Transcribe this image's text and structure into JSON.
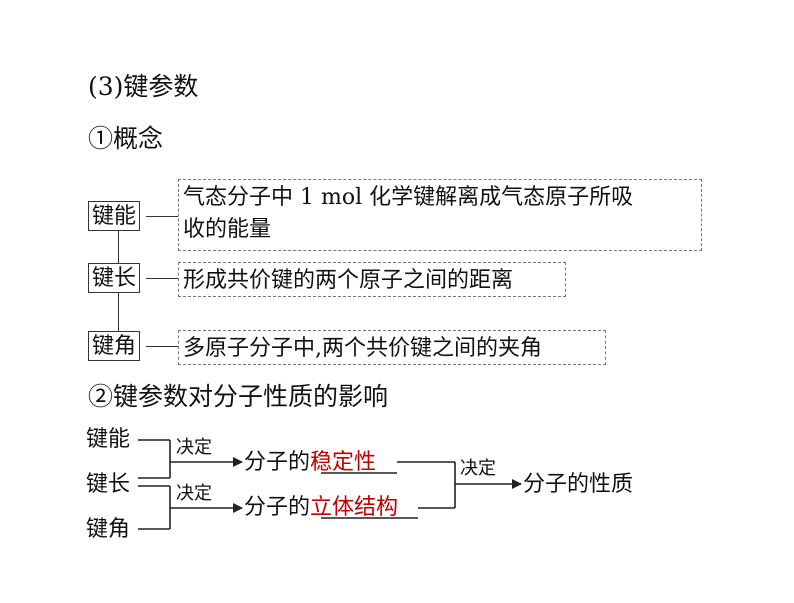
{
  "section": {
    "heading": "(3)键参数",
    "sub1": "①概念",
    "sub2": "②键参数对分子性质的影响"
  },
  "concepts": [
    {
      "term": "键能",
      "definition_line1": "气态分子中 1 mol 化学键解离成气态原子所吸",
      "definition_line2": "收的能量"
    },
    {
      "term": "键长",
      "definition_line1": "形成共价键的两个原子之间的距离"
    },
    {
      "term": "键角",
      "definition_line1": "多原子分子中,两个共价键之间的夹角"
    }
  ],
  "influence": {
    "params": [
      "键能",
      "键长",
      "键角"
    ],
    "arrow_label": "决定",
    "result1_prefix": "分子的",
    "result1_blank": "稳定性",
    "result2_prefix": "分子的",
    "result2_blank": "立体结构",
    "final_label": "决定",
    "final_result": "分子的性质",
    "blank_color": "#c00000"
  }
}
